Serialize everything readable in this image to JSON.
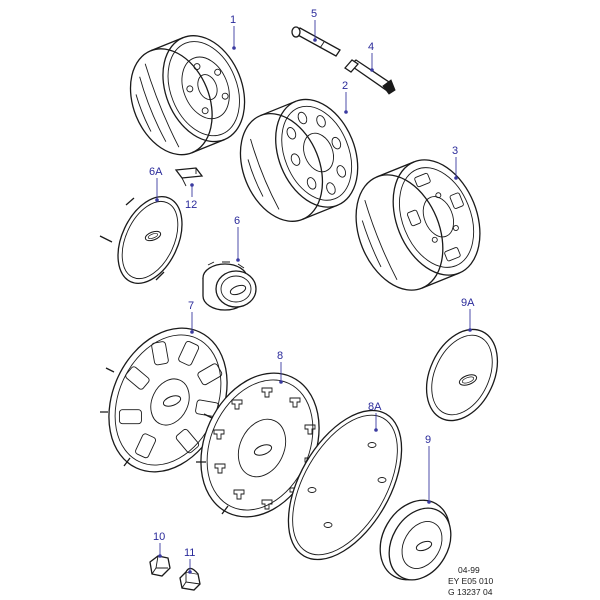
{
  "callouts": {
    "c1": "1",
    "c2": "2",
    "c3": "3",
    "c4": "4",
    "c5": "5",
    "c6": "6",
    "c6a": "6A",
    "c7": "7",
    "c8": "8",
    "c8a": "8A",
    "c9": "9",
    "c9a": "9A",
    "c10": "10",
    "c11": "11",
    "c12": "12"
  },
  "reference": {
    "date": "04-99",
    "code1": "EY E05 010",
    "code2": "G 13237 04"
  },
  "colors": {
    "line": "#1a1a1a",
    "callout": "#2a2a9a"
  }
}
